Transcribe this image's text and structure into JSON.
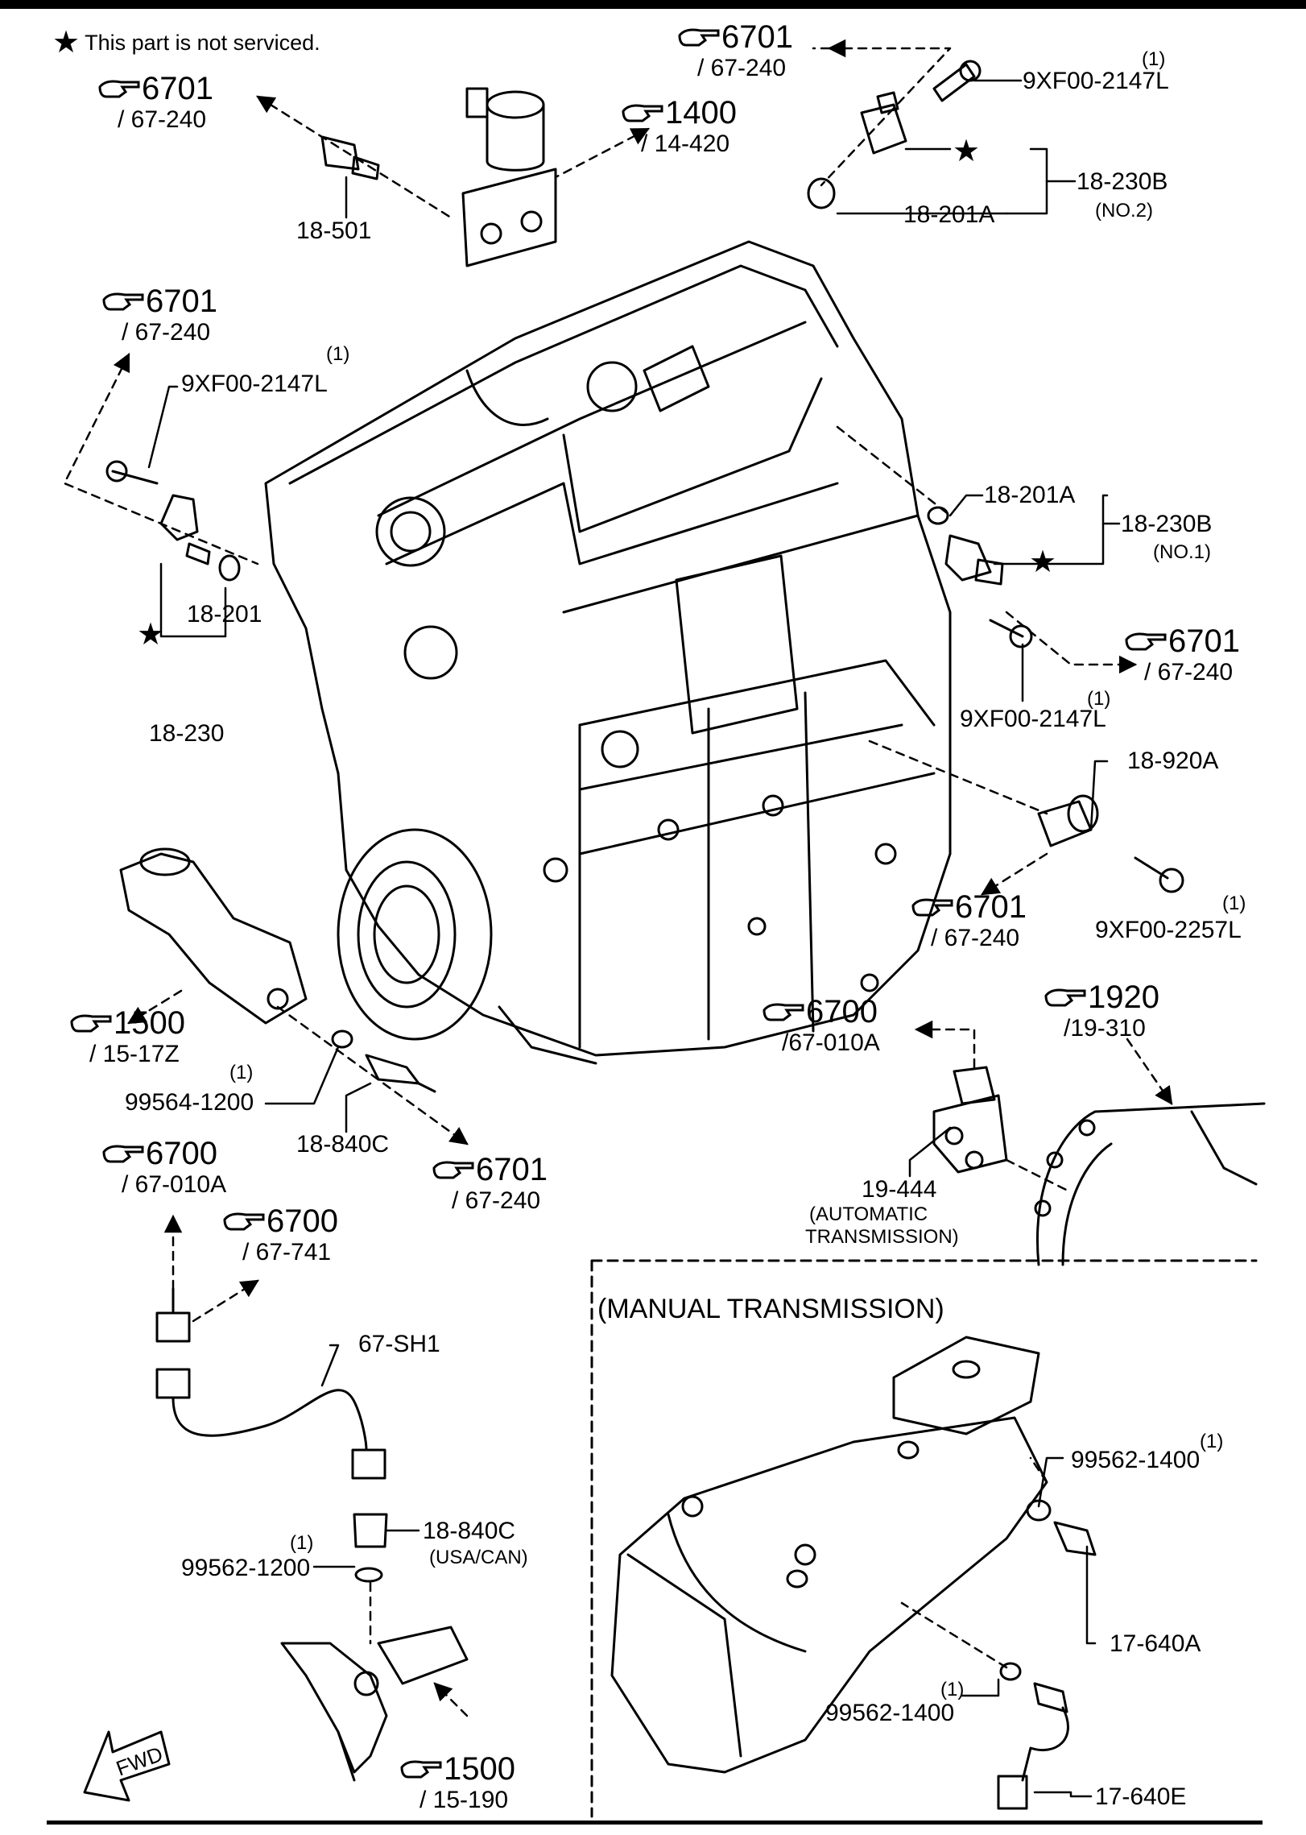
{
  "legend": {
    "symbol": "★",
    "text": "This part is not serviced."
  },
  "refs": [
    {
      "id": "r1",
      "num": "6701",
      "sub": "/ 67-240"
    },
    {
      "id": "r2",
      "num": "6701",
      "sub": "/ 67-240"
    },
    {
      "id": "r3",
      "num": "1400",
      "sub": "/ 14-420"
    },
    {
      "id": "r4",
      "num": "6701",
      "sub": "/ 67-240"
    },
    {
      "id": "r5",
      "num": "6701",
      "sub": "/ 67-240"
    },
    {
      "id": "r6",
      "num": "6701",
      "sub": "/ 67-240"
    },
    {
      "id": "r7",
      "num": "1500",
      "sub": "/ 15-17Z"
    },
    {
      "id": "r8",
      "num": "6700",
      "sub": "/67-010A"
    },
    {
      "id": "r9",
      "num": "1920",
      "sub": "/19-310"
    },
    {
      "id": "r10",
      "num": "6701",
      "sub": "/ 67-240"
    },
    {
      "id": "r11",
      "num": "6700",
      "sub": "/ 67-010A"
    },
    {
      "id": "r12",
      "num": "6700",
      "sub": "/ 67-741"
    },
    {
      "id": "r13",
      "num": "1500",
      "sub": "/ 15-190"
    }
  ],
  "parts": {
    "p_9xf_top": "9XF00-2147L",
    "p_9xf_top_qty": "(1)",
    "p_18_230b_no2": "18-230B",
    "p_no2": "(NO.2)",
    "p_18_201a_top": "18-201A",
    "p_18_501": "18-501",
    "p_9xf_left": "9XF00-2147L",
    "p_9xf_left_qty": "(1)",
    "p_18_201": "18-201",
    "p_18_230": "18-230",
    "p_18_201a_right": "18-201A",
    "p_18_230b_no1": "18-230B",
    "p_no1": "(NO.1)",
    "p_9xf_right": "9XF00-2147L",
    "p_9xf_right_qty": "(1)",
    "p_18_920a": "18-920A",
    "p_9xf_2257": "9XF00-2257L",
    "p_9xf_2257_qty": "(1)",
    "p_99564": "99564-1200",
    "p_99564_qty": "(1)",
    "p_18_840c_mid": "18-840C",
    "p_19_444": "19-444",
    "p_automatic": "(AUTOMATIC",
    "p_transmission": "TRANSMISSION)",
    "p_67_sh1": "67-SH1",
    "p_18_840c_low": "18-840C",
    "p_usacan": "(USA/CAN)",
    "p_99562_1200": "99562-1200",
    "p_99562_1200_qty": "(1)",
    "p_manual": "(MANUAL TRANSMISSION)",
    "p_99562_1400a": "99562-1400",
    "p_99562_1400a_qty": "(1)",
    "p_17_640a": "17-640A",
    "p_99562_1400b": "99562-1400",
    "p_99562_1400b_qty": "(1)",
    "p_17_640e": "17-640E",
    "p_fwd": "FWD"
  }
}
